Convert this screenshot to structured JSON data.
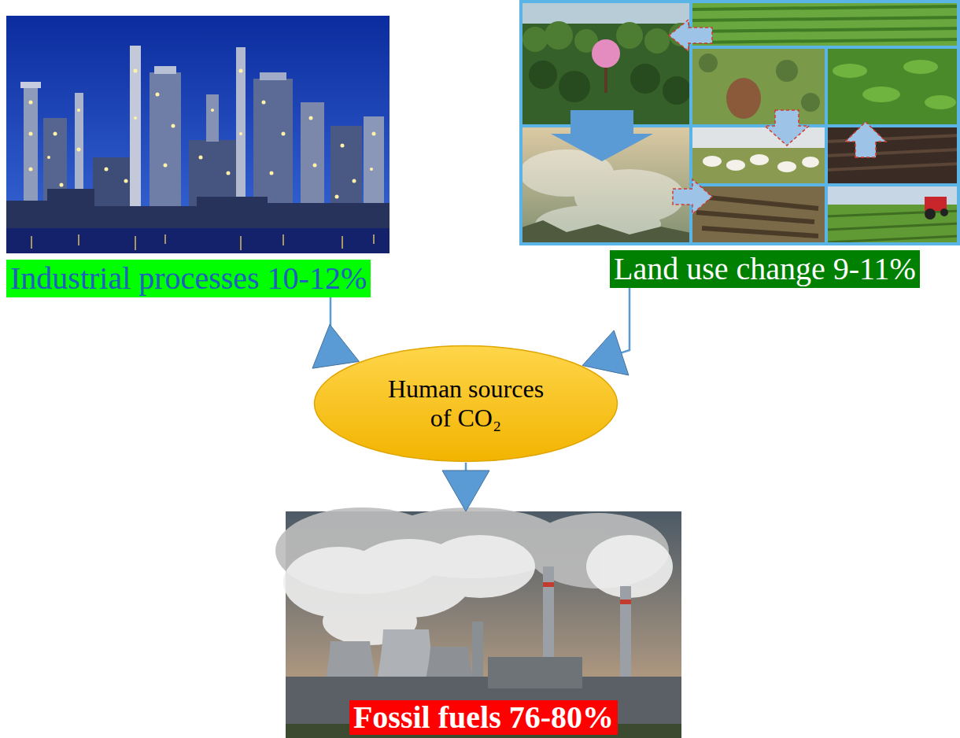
{
  "diagram": {
    "nodes": [
      {
        "text": [
          "Industrial processes 10-12%"
        ]
      },
      {
        "text": [
          "Land use change 9-11%"
        ]
      },
      {
        "text": [
          "Human sources of CO₂"
        ]
      },
      {
        "text": [
          "Fossil fuels 76-80%"
        ]
      }
    ],
    "edges": [
      {
        "from": 0,
        "to": 2,
        "arrow": "to"
      },
      {
        "from": 1,
        "to": 2,
        "arrow": "to"
      },
      {
        "from": 2,
        "to": 3,
        "arrow": "to"
      }
    ]
  }
}
